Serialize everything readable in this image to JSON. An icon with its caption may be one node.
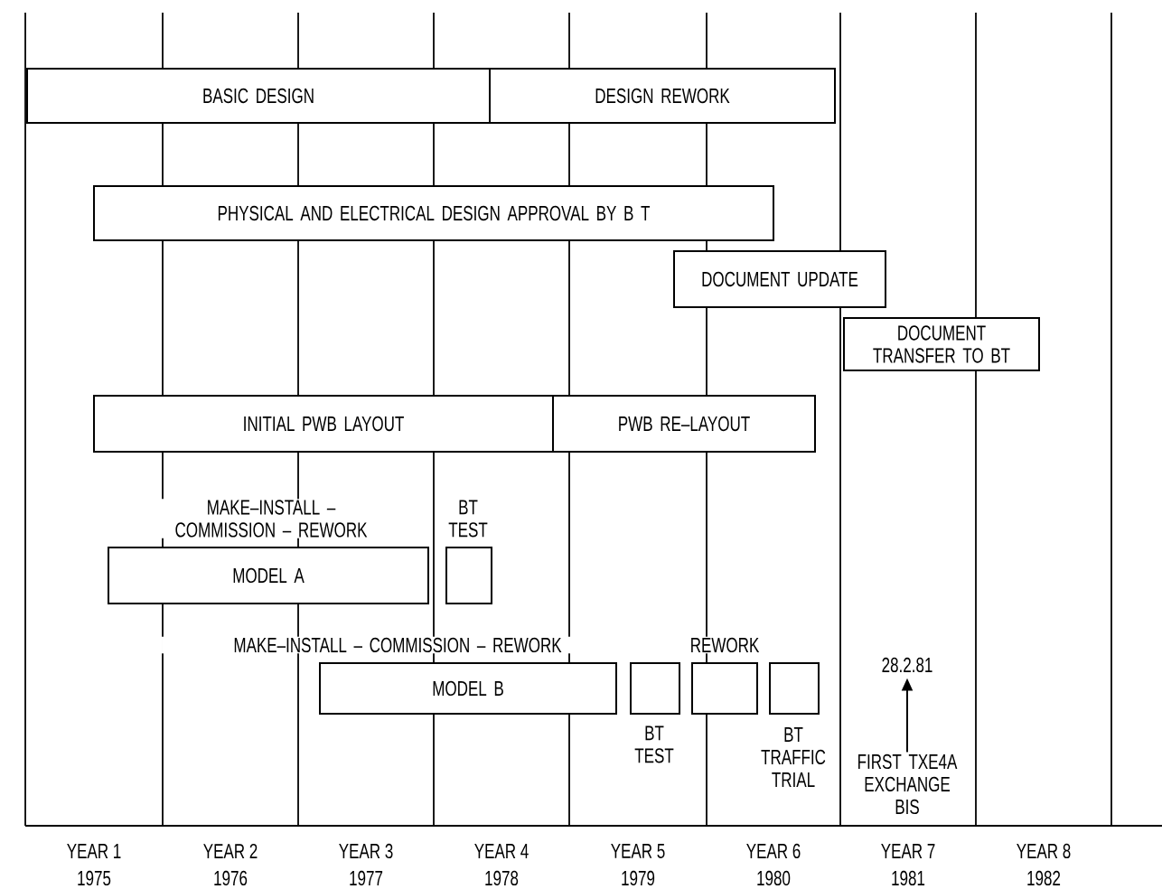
{
  "diagram": {
    "nodes": [
      {
        "text": [
          "BASIC DESIGN"
        ]
      },
      {
        "text": [
          "DESIGN REWORK"
        ]
      },
      {
        "text": [
          "PHYSICAL AND ELECTRICAL DESIGN APPROVAL BY B T"
        ]
      },
      {
        "text": [
          "DOCUMENT UPDATE"
        ]
      },
      {
        "text": [
          "DOCUMENT TRANSFER TO BT"
        ]
      },
      {
        "text": [
          "INITIAL PWB LAYOUT"
        ]
      },
      {
        "text": [
          "PWB RE–LAYOUT"
        ]
      },
      {
        "text": [
          "MODEL A"
        ],
        "beside": [
          "MAKE–INSTALL – COMMISSION – REWORK"
        ]
      },
      {
        "text": [],
        "shape": "box",
        "beside": [
          "BT TEST"
        ]
      },
      {
        "text": [
          "MODEL B"
        ],
        "beside": [
          "MAKE–INSTALL – COMMISSION – REWORK"
        ]
      },
      {
        "text": [],
        "shape": "box",
        "beside": [
          "BT TEST"
        ]
      },
      {
        "text": [],
        "shape": "box",
        "beside": [
          "REWORK"
        ]
      },
      {
        "text": [],
        "shape": "box",
        "beside": [
          "BT TRAFFIC TRIAL"
        ]
      },
      {
        "text": [
          "28.2.81"
        ]
      },
      {
        "text": [
          "FIRST TXE4A EXCHANGE BIS"
        ]
      }
    ],
    "edges": [
      {
        "from": 14,
        "to": 13,
        "arrow": "to"
      }
    ],
    "labels": [
      "YEAR 1",
      "YEAR 2",
      "YEAR 3",
      "YEAR 4",
      "YEAR 5",
      "YEAR 6",
      "YEAR 7",
      "YEAR 8",
      "1975",
      "1976",
      "1977",
      "1978",
      "1979",
      "1980",
      "1981",
      "1982"
    ]
  }
}
